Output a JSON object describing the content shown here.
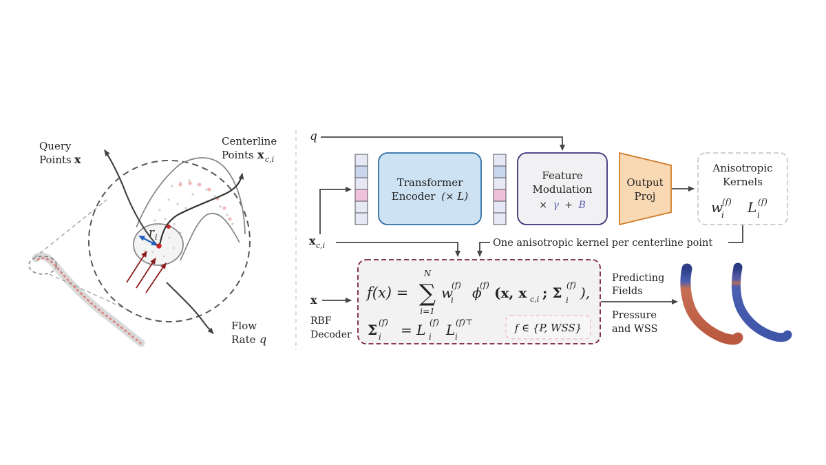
{
  "left_panel": {
    "query_points_label_1": "Query",
    "query_points_label_2": "Points",
    "query_points_symbol": "x",
    "centerline_label_1": "Centerline",
    "centerline_label_2": "Points",
    "centerline_symbol": "x",
    "centerline_subscript": "c,i",
    "radius_symbol": "r",
    "radius_subscript": "i",
    "flow_rate_label_1": "Flow",
    "flow_rate_label_2": "Rate",
    "flow_rate_symbol": "q"
  },
  "architecture": {
    "q_input": "q",
    "xci_input_symbol": "x",
    "xci_input_subscript": "c,i",
    "transformer_line_1": "Transformer",
    "transformer_line_2": "Encoder",
    "transformer_repeat": "(× L)",
    "feature_mod_line_1": "Feature",
    "feature_mod_line_2": "Modulation",
    "feature_mod_formula_times": "×",
    "feature_mod_gamma": "γ",
    "feature_mod_plus": "+",
    "feature_mod_B": "B",
    "output_proj_line_1": "Output",
    "output_proj_line_2": "Proj",
    "kernels_line_1": "Anisotropic",
    "kernels_line_2": "Kernels",
    "kernels_w": "w",
    "kernels_L": "L",
    "kernels_sup": "(f)",
    "kernels_sub": "i",
    "kernel_note": "One anisotropic kernel per centerline point",
    "x_input": "x",
    "rbf_label_1": "RBF",
    "rbf_label_2": "Decoder",
    "eq1_lhs": "f(x) = ",
    "eq1_sum_top": "N",
    "eq1_sum_bottom": "i=1",
    "eq1_body_w": "w",
    "eq1_body_phi": "ϕ",
    "eq1_args": "(x, x",
    "eq1_args_sub": "c,i",
    "eq1_args_tail": "; Σ",
    "eq1_end": "),",
    "eq2_lhs": "Σ",
    "eq2_rhs": "= L",
    "eq2_L2": "L",
    "eq2_T": "(f)⊤",
    "membership": "f ∈ {P, WSS}",
    "predicting_line_1": "Predicting",
    "predicting_line_2": "Fields",
    "pressure_line_1": "Pressure",
    "pressure_line_2": "and WSS"
  },
  "colors": {
    "transformer_fill": "#cde2f3",
    "transformer_stroke": "#2f6fa6",
    "feature_stroke": "#3f2f7a",
    "feature_fill": "#f1f1f3",
    "output_fill": "#f8d9b4",
    "output_stroke": "#d07a25",
    "decoder_stroke": "#7a1f3a",
    "gamma_color": "#5a5ab0",
    "token_pink": "#efc1da",
    "token_blue": "#c9d6ee",
    "token_plain": "#e6e8f6",
    "vessel_red": "#c2634a",
    "vessel_blue": "#3e55a8"
  }
}
